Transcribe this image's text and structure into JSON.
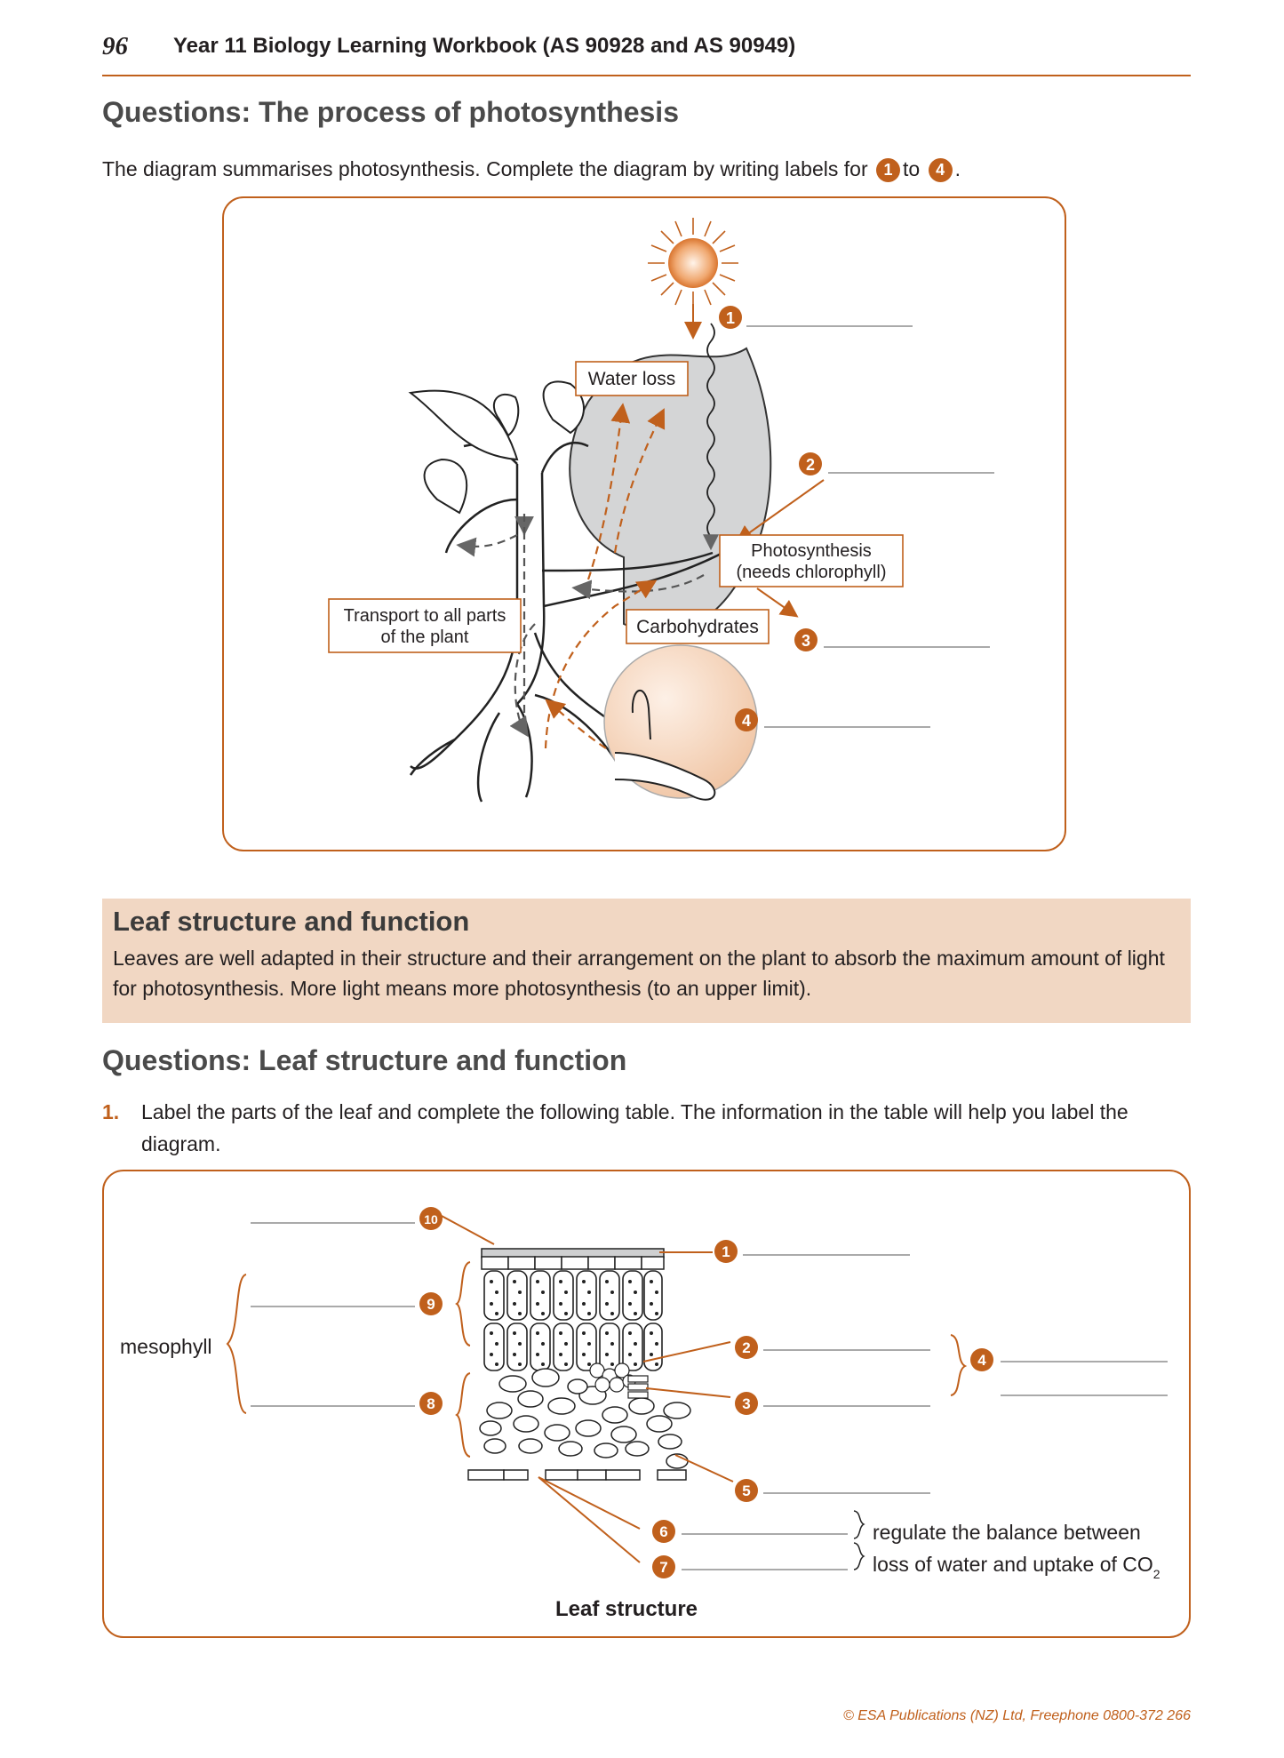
{
  "header": {
    "page_number": "96",
    "book_title": "Year 11 Biology Learning Workbook (AS 90928 and AS 90949)"
  },
  "photosynthesis": {
    "heading": "Questions: The process of photosynthesis",
    "instruction_before": "The diagram summarises photosynthesis. Complete the diagram by writing labels for",
    "instruction_from": "1",
    "instruction_mid": "to",
    "instruction_to": "4",
    "instruction_end": ".",
    "diagram": {
      "water_loss": "Water loss",
      "photosynthesis_line1": "Photosynthesis",
      "photosynthesis_line2": "(needs chlorophyll)",
      "carbohydrates": "Carbohydrates",
      "transport_line1": "Transport to all parts",
      "transport_line2": "of the plant",
      "markers": [
        "1",
        "2",
        "3",
        "4"
      ]
    }
  },
  "leaf_info": {
    "title": "Leaf structure and function",
    "text": "Leaves are well adapted in their structure and their arrangement on the plant to absorb the maximum amount of light for photosynthesis. More light means more photosynthesis (to an upper limit)."
  },
  "leaf_questions": {
    "heading": "Questions: Leaf structure and function",
    "q1_number": "1.",
    "q1_text": "Label the parts of the leaf and complete the following table. The information in the table will help you label the diagram.",
    "diagram": {
      "mesophyll": "mesophyll",
      "markers": [
        "1",
        "2",
        "3",
        "4",
        "5",
        "6",
        "7",
        "8",
        "9",
        "10"
      ],
      "regulate_line1": "regulate the balance between",
      "regulate_line2_main": "loss of water and uptake of CO",
      "regulate_line2_sub": "2",
      "caption": "Leaf structure"
    }
  },
  "footer": {
    "copyright": "© ESA Publications (NZ) Ltd, Freephone 0800-372 266"
  },
  "colors": {
    "accent": "#c0601c",
    "info_bg": "#f1d7c3",
    "leaf_grey": "#d4d5d6"
  }
}
